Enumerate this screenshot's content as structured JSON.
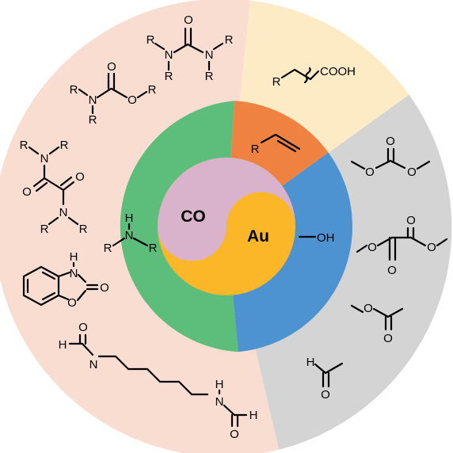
{
  "colors": {
    "amines_sector": "#f9ddd0",
    "acids_sector": "#fdebc6",
    "carbonyl_sector": "#d4d4d4",
    "amine_ring": "#5dbd7a",
    "alkene_ring": "#ef8241",
    "alcohol_ring": "#4e93d1",
    "co_core": "#d9b3cc",
    "au_core": "#fbb727"
  },
  "core": {
    "co": "CO",
    "au": "Au"
  },
  "middle_ring": {
    "amine": {
      "h": "H",
      "n": "N",
      "r1": "R",
      "r2": "R"
    },
    "alkene": {
      "r": "R"
    },
    "alcohol": {
      "oh": "OH"
    }
  },
  "outer_ring": {
    "urea": {
      "o": "O",
      "n1": "N",
      "n2": "N",
      "r1": "R",
      "r2": "R",
      "r3": "R",
      "r4": "R"
    },
    "carbamate": {
      "r": "R",
      "n": "N",
      "o_carbonyl": "O",
      "o_ester": "O",
      "r_ester": "R",
      "r_bottom": "R"
    },
    "oxamide": {
      "r1": "R",
      "r2": "R",
      "n1": "N",
      "o1": "O",
      "o2": "O",
      "n2": "N",
      "r3": "R",
      "r4": "R"
    },
    "benzoxazolone": {
      "h": "H",
      "n": "N",
      "o_ring": "O",
      "o_carbonyl": "O"
    },
    "bisformamide": {
      "o1": "O",
      "h1": "H",
      "n1": "N",
      "h2": "H",
      "n2": "N",
      "o2": "O",
      "h3": "H"
    },
    "acid": {
      "r": "R",
      "cooh": "COOH"
    },
    "dimethyl_carbonate": {
      "o_top": "O",
      "o_left": "O",
      "o_right": "O"
    },
    "dimethyl_oxalate": {
      "o1": "O",
      "o2": "O",
      "o3": "O",
      "o4": "O"
    },
    "methyl_acetate": {
      "o_ester": "O",
      "o_carbonyl": "O"
    },
    "acetaldehyde": {
      "h": "H",
      "o": "O"
    }
  }
}
